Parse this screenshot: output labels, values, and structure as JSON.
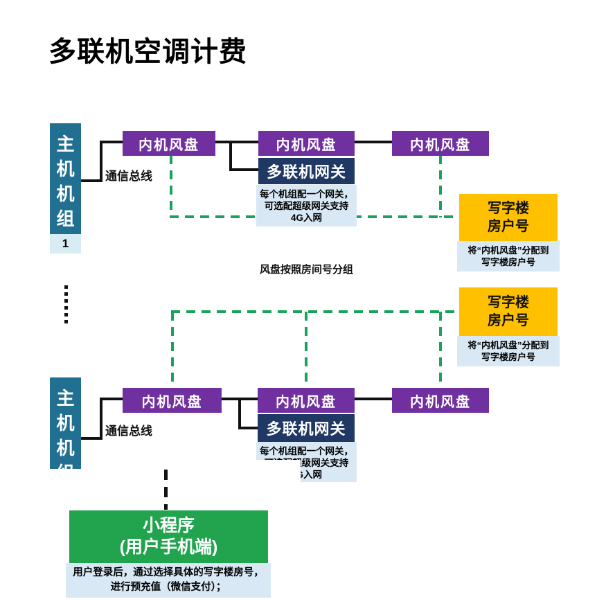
{
  "title": "多联机空调计费",
  "colors": {
    "host_teal": "#216f91",
    "fan_coil_purple": "#7030a0",
    "gateway_navy": "#1f3864",
    "note_light_blue": "#d9e8f5",
    "index_light_blue": "#d7ecf3",
    "room_yellow": "#ffc000",
    "miniapp_green": "#21a44d",
    "dash_green": "#18a35b",
    "bus_black": "#111111"
  },
  "labels": {
    "host_unit": "主机机组",
    "host_index": "1",
    "fan_coil": "内机风盘",
    "bus": "通信总线",
    "gateway": "多联机网关",
    "gateway_note": [
      "每个机组配一个网关，",
      "可选配超级网关支持",
      "4G入网"
    ],
    "room_no": [
      "写字楼",
      "房户号"
    ],
    "room_note": [
      "将“内机风盘”分配到",
      "写字楼房户号"
    ],
    "grouping_caption": "风盘按照房间号分组",
    "miniapp": [
      "小程序",
      "(用户手机端)"
    ],
    "miniapp_note": [
      "用户登录后，通过选择具体的写字楼房号，",
      "进行预充值（微信支付）；"
    ]
  }
}
